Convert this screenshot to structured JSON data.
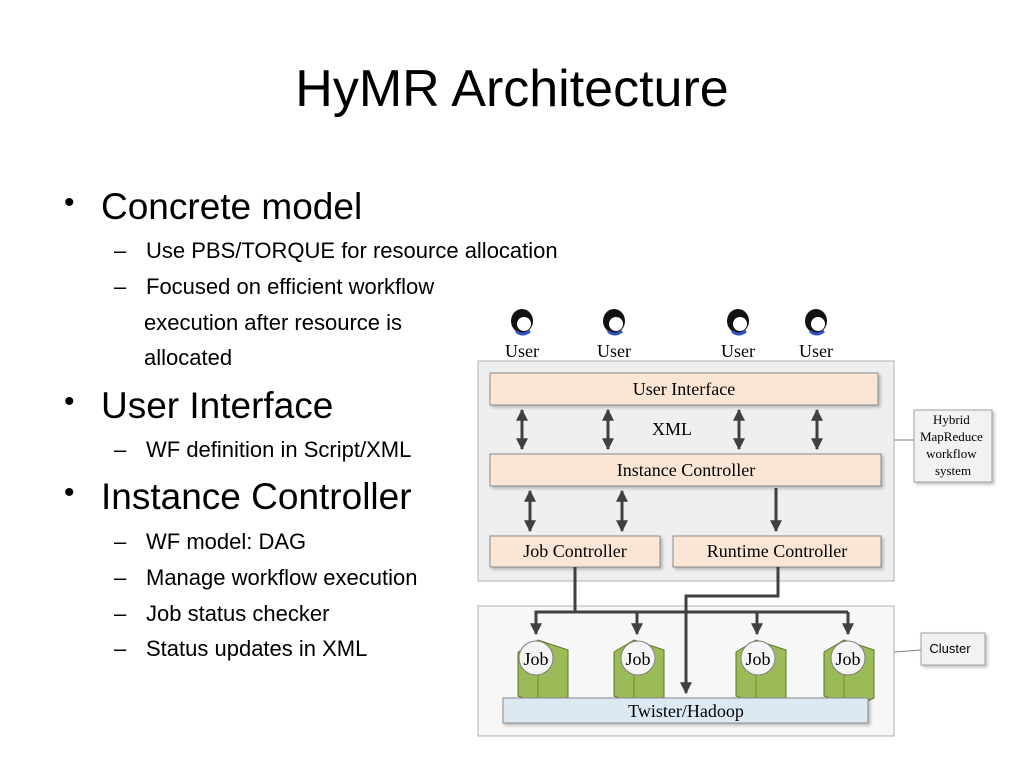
{
  "title": "HyMR Architecture",
  "bullets": [
    {
      "text": "Concrete model",
      "subs": [
        "Use PBS/TORQUE for resource allocation",
        "Focused on efficient workflow"
      ],
      "continuation": [
        "execution after resource is",
        "allocated"
      ]
    },
    {
      "text": "User Interface",
      "subs": [
        "WF definition in Script/XML"
      ]
    },
    {
      "text": "Instance Controller",
      "subs": [
        "WF model: DAG",
        "Manage workflow execution",
        "Job status checker",
        "Status updates in XML"
      ]
    }
  ],
  "diagram": {
    "users": [
      "User",
      "User",
      "User",
      "User"
    ],
    "user_interface": "User Interface",
    "xml_label": "XML",
    "instance_controller": "Instance Controller",
    "job_controller": "Job Controller",
    "runtime_controller": "Runtime Controller",
    "hybrid_label": [
      "Hybrid",
      "MapReduce",
      "workflow",
      "system"
    ],
    "jobs": [
      "Job",
      "Job",
      "Job",
      "Job"
    ],
    "runtime": "Twister/Hadoop",
    "cluster_label": "Cluster"
  },
  "colors": {
    "box_fill": "#fbe6d6",
    "runtime_fill": "#dce9f3",
    "panel_fill": "#efefef",
    "server_green": "#9bbb59",
    "arrow": "#404040"
  }
}
